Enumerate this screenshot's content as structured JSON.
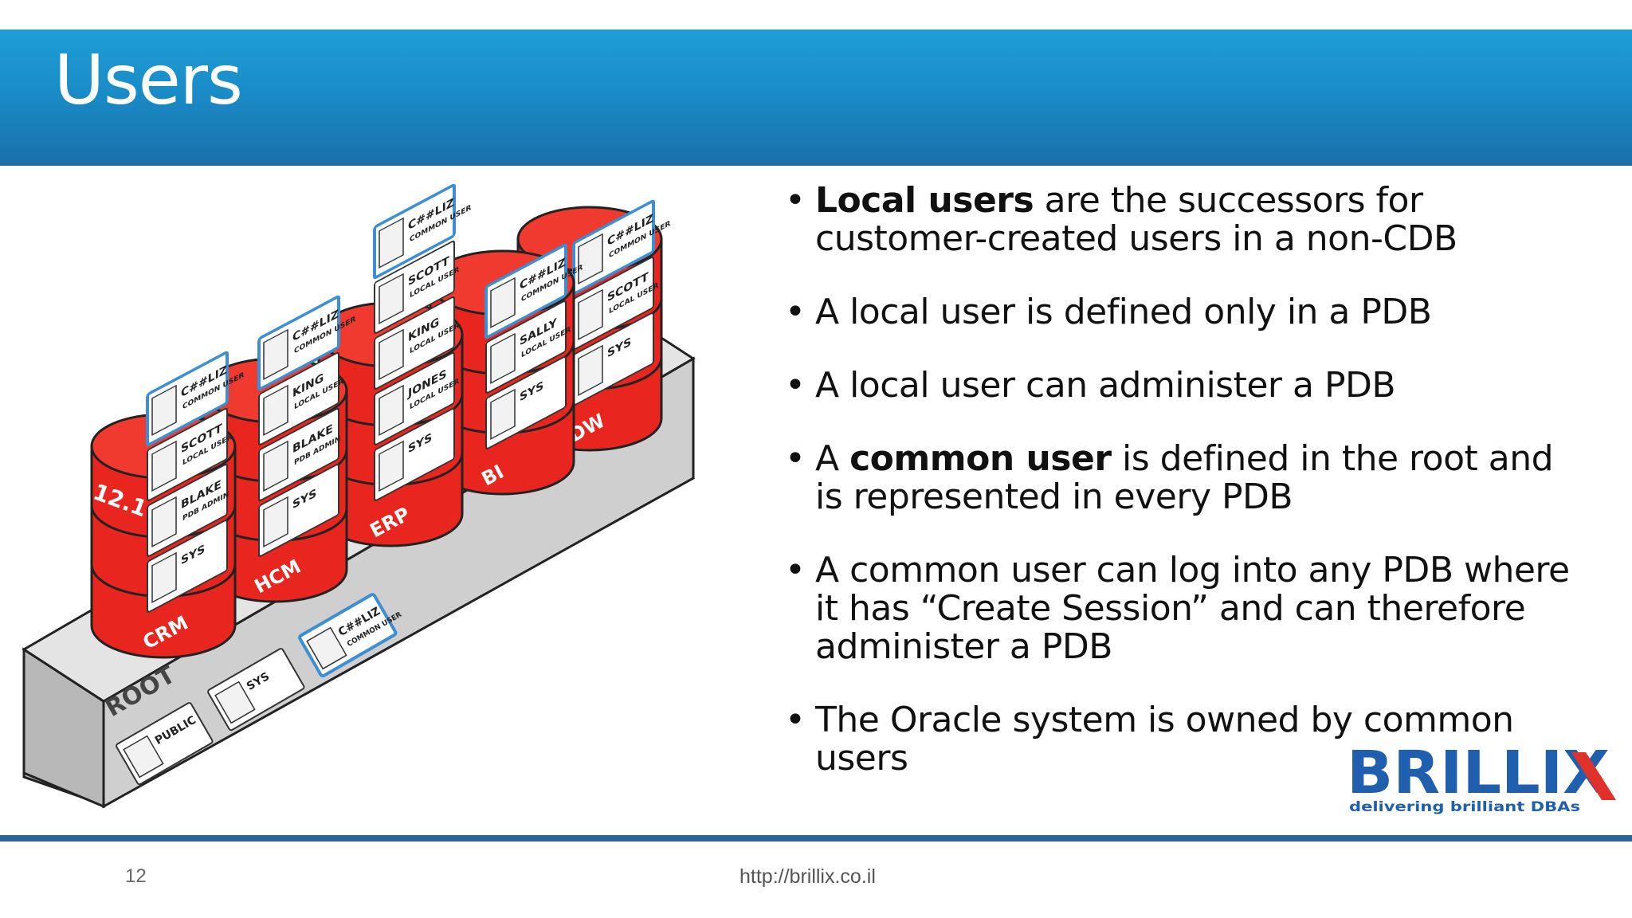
{
  "slide": {
    "title": "Users",
    "page_number": "12",
    "footer_url": "http://brillix.co.il"
  },
  "bullets": [
    {
      "parts": [
        {
          "text": "Local users",
          "bold": true
        },
        {
          "text": " are the successors for customer-created users in a non-CDB",
          "bold": false
        }
      ]
    },
    {
      "parts": [
        {
          "text": "A local user is defined only in a PDB",
          "bold": false
        }
      ]
    },
    {
      "parts": [
        {
          "text": "A local user can administer a PDB",
          "bold": false
        }
      ]
    },
    {
      "parts": [
        {
          "text": "A ",
          "bold": false
        },
        {
          "text": "common user",
          "bold": true
        },
        {
          "text": " is defined in the root and is represented in every PDB",
          "bold": false
        }
      ]
    },
    {
      "parts": [
        {
          "text": "A common user can log into any PDB where it has “Create Session” and can therefore administer a PDB",
          "bold": false
        }
      ]
    },
    {
      "parts": [
        {
          "text": "The Oracle system is owned by common users",
          "bold": false
        }
      ]
    }
  ],
  "logo": {
    "name": "BRILLIX",
    "tagline": "delivering brilliant DBAs",
    "blue": "#1f5fae",
    "red": "#e0312b"
  },
  "diagram": {
    "version_label": "12.1",
    "root_label": "ROOT",
    "root_cards": [
      {
        "name": "PUBLIC",
        "sub": ""
      },
      {
        "name": "SYS",
        "sub": ""
      },
      {
        "name": "C##LIZ",
        "sub": "COMMON USER"
      }
    ],
    "pdbs": [
      {
        "label": "CRM",
        "users": [
          {
            "name": "C##LIZ",
            "sub": "COMMON USER"
          },
          {
            "name": "SCOTT",
            "sub": "LOCAL USER"
          },
          {
            "name": "BLAKE",
            "sub": "PDB ADMIN"
          },
          {
            "name": "SYS",
            "sub": ""
          }
        ]
      },
      {
        "label": "HCM",
        "users": [
          {
            "name": "C##LIZ",
            "sub": "COMMON USER"
          },
          {
            "name": "KING",
            "sub": "LOCAL USER"
          },
          {
            "name": "BLAKE",
            "sub": "PDB ADMIN"
          },
          {
            "name": "SYS",
            "sub": ""
          }
        ]
      },
      {
        "label": "ERP",
        "users": [
          {
            "name": "C##LIZ",
            "sub": "COMMON USER"
          },
          {
            "name": "SCOTT",
            "sub": "LOCAL USER"
          },
          {
            "name": "KING",
            "sub": "LOCAL USER"
          },
          {
            "name": "JONES",
            "sub": "LOCAL USER"
          },
          {
            "name": "SYS",
            "sub": ""
          }
        ]
      },
      {
        "label": "BI",
        "users": [
          {
            "name": "C##LIZ",
            "sub": "COMMON USER"
          },
          {
            "name": "SALLY",
            "sub": "LOCAL USER"
          },
          {
            "name": "SYS",
            "sub": ""
          }
        ]
      },
      {
        "label": "DW",
        "users": [
          {
            "name": "C##LIZ",
            "sub": "COMMON USER"
          },
          {
            "name": "SCOTT",
            "sub": "LOCAL USER"
          },
          {
            "name": "SYS",
            "sub": ""
          }
        ]
      }
    ],
    "colors": {
      "db_red": "#e8251e",
      "db_dark": "#b5170f",
      "root_gray": "#c9c9c9",
      "card_blue": "#3d8fd4"
    }
  }
}
